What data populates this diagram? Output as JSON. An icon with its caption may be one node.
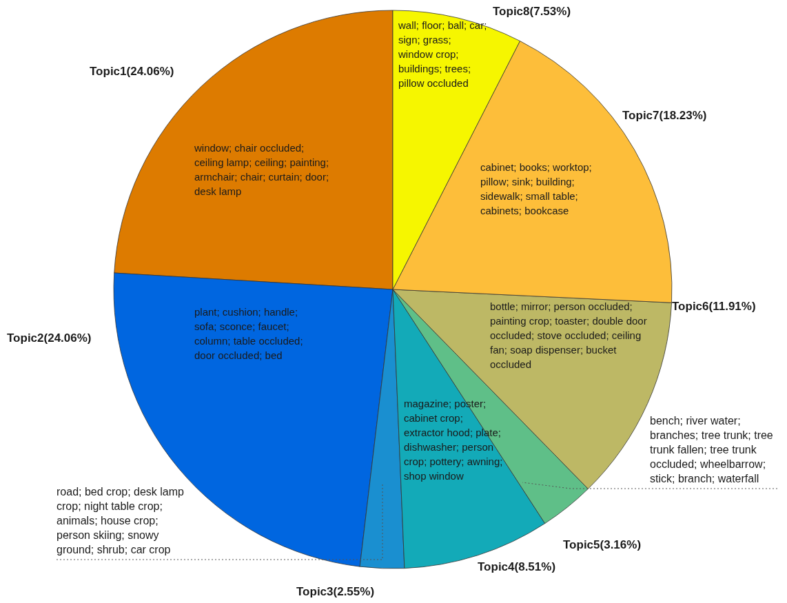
{
  "diagram": {
    "nodes": [
      {
        "text": [
          "road; bed crop; desk lamp crop; night table crop; animals; house crop; person skiing; snowy ground; shrub; car crop"
        ]
      },
      {
        "text": [
          "bench; river water; branches; tree trunk; tree trunk fallen; tree trunk occluded; wheelbarrow; stick; branch; waterfall"
        ]
      },
      {
        "text": [],
        "shape": "wedge"
      },
      {
        "text": [],
        "shape": "wedge"
      }
    ],
    "edges": [
      {
        "from": 0,
        "to": 2,
        "arrow": "none",
        "style": "dashed"
      },
      {
        "from": 1,
        "to": 3,
        "arrow": "none",
        "style": "dashed"
      }
    ],
    "labels": [
      "wall; floor; ball; car; sign; grass; window crop; buildings; trees; pillow occluded",
      "window; chair occluded; ceiling lamp; ceiling; painting; armchair; chair; curtain; door; desk lamp",
      "cabinet; books; worktop; pillow; sink; building; sidewalk; small table; cabinets; bookcase",
      "bottle; mirror; person occluded; painting crop; toaster; double door occluded; stove occluded; ceiling fan; soap dispenser; bucket occluded",
      "plant; cushion; handle; sofa; sconce; faucet; column; table occluded; door occluded; bed",
      "magazine; poster; cabinet crop; extractor hood; plate; dishwasher; person crop; pottery; awning; shop window"
    ],
    "chart_data": {
      "type": "pie",
      "categories": [
        "Topic1(24.06%)",
        "Topic2(24.06%)",
        "Topic3(2.55%)",
        "Topic4(8.51%)",
        "Topic5(3.16%)",
        "Topic6(11.91%)",
        "Topic7(18.23%)",
        "Topic8(7.53%)"
      ],
      "series": [
        {
          "colors": [
            "#dd7b00",
            "#0066e0",
            "#1a8fd0",
            "#13aab8",
            "#5fbf88",
            "#bdb865",
            "#fdbe3a",
            "#f6f600"
          ],
          "values": [
            24.06,
            24.06,
            2.55,
            8.51,
            3.16,
            11.91,
            18.23,
            7.53
          ]
        }
      ]
    }
  }
}
